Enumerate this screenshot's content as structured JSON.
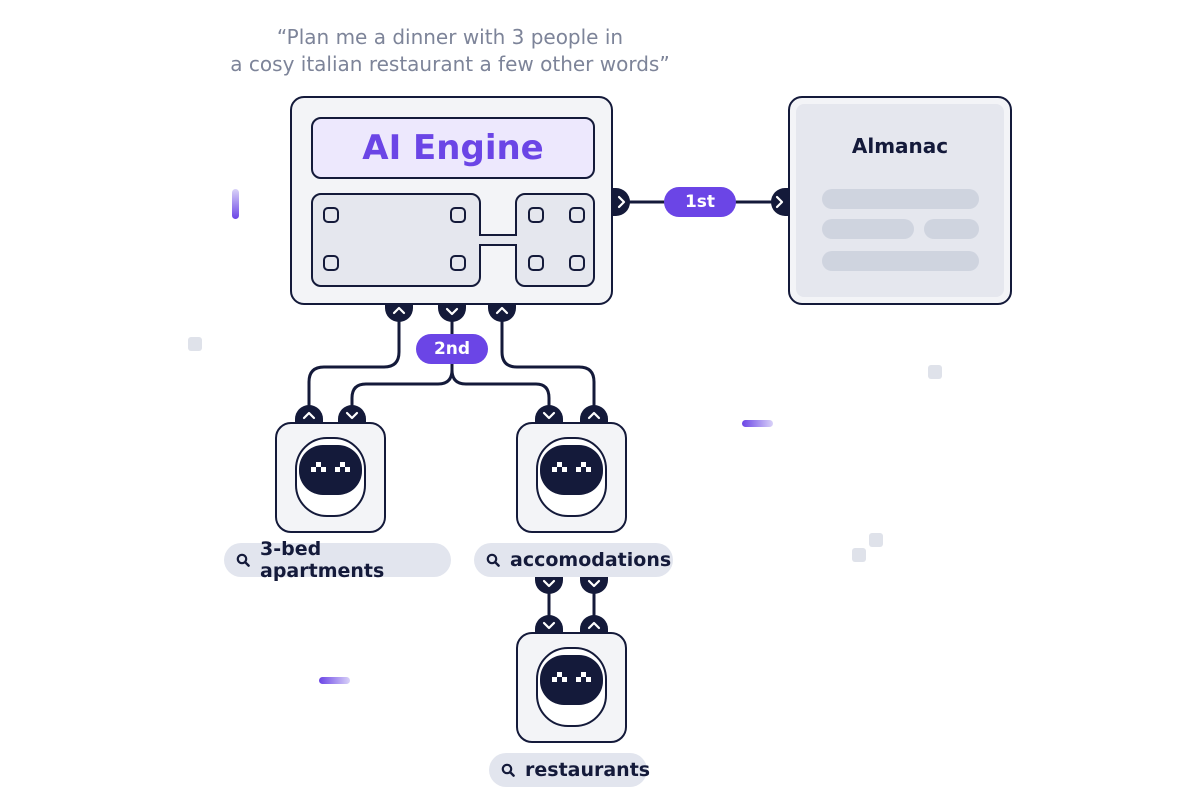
{
  "prompt": {
    "line1": "“Plan me a dinner with 3 people in",
    "line2": "a cosy italian restaurant a few other words”"
  },
  "engine": {
    "title": "AI Engine"
  },
  "almanac": {
    "title": "Almanac"
  },
  "badges": {
    "first": "1st",
    "second": "2nd"
  },
  "searches": [
    {
      "label": "3-bed apartments",
      "icon": "search-icon"
    },
    {
      "label": "accomodations",
      "icon": "search-icon"
    },
    {
      "label": "restaurants",
      "icon": "search-icon"
    }
  ],
  "colors": {
    "navy": "#141a3a",
    "purple": "#6b45e6",
    "lavender": "#ede8fd",
    "panel_gray": "#e5e7ee",
    "frame": "#f3f4f7"
  }
}
